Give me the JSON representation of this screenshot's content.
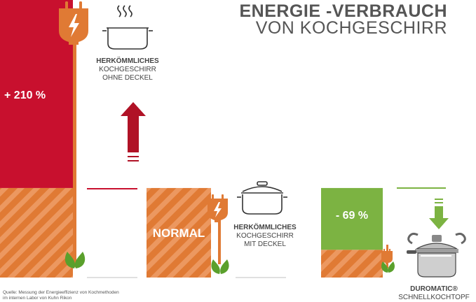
{
  "header": {
    "title_line1": "ENERGIE -VERBRAUCH",
    "title_line2": "VON KOCHGESCHIRR"
  },
  "labels": {
    "pot_open": {
      "line1": "HERKÖMMLICHES",
      "line2": "KOCHGESCHIRR",
      "line3": "OHNE DECKEL"
    },
    "pot_lid": {
      "line1": "HERKÖMMLICHES",
      "line2": "KOCHGESCHIRR",
      "line3": "MIT DECKEL"
    },
    "pressure": {
      "line1": "DUROMATIC®",
      "line2": "SCHNELLKOCHTOPF"
    }
  },
  "source": {
    "line1": "Quelle: Messung der Energieeffizienz von Kochmethoden",
    "line2": "im internen Labor von Kuhn Rikon"
  },
  "colors": {
    "red": "#c8102e",
    "orange": "#e07a34",
    "stripe": "#ec9860",
    "green": "#7cb342",
    "leaf": "#5aa02c",
    "text": "#555555"
  },
  "chart_data": {
    "type": "bar",
    "categories": [
      "HERKÖMMLICHES KOCHGESCHIRR OHNE DECKEL",
      "HERKÖMMLICHES KOCHGESCHIRR MIT DECKEL",
      "DUROMATIC® SCHNELLKOCHTOPF"
    ],
    "values": [
      310,
      100,
      31
    ],
    "data_labels": [
      "+ 210 %",
      "NORMAL",
      "- 69 %"
    ],
    "title": "ENERGIE -VERBRAUCH VON KOCHGESCHIRR",
    "ylim": [
      0,
      310
    ],
    "grid": false,
    "legend": "none",
    "icons": [
      "plug-icon",
      "steaming-pot-icon",
      "arrow-up-icon",
      "lidded-pot-icon",
      "arrow-down-icon",
      "pressure-cooker-icon",
      "leaf-icon"
    ]
  }
}
